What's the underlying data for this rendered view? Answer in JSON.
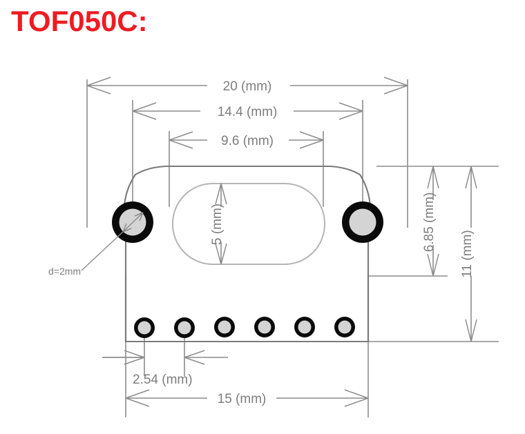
{
  "title": {
    "label": "TOF050C:",
    "color": "#ee1c23"
  },
  "drawing": {
    "kind": "mechanical-dimension-drawing",
    "subject": "TOF050C distance sensor module board outline",
    "units": "mm",
    "dimensions": {
      "overall_width": "20 (mm)",
      "hole_span": "14.4 (mm)",
      "window_width": "9.6 (mm)",
      "window_height": "5 (mm)",
      "hole_to_pin_row": "6.85 (mm)",
      "overall_height": "11 (mm)",
      "pin_pitch": "2.54 (mm)",
      "body_width": "15 (mm)",
      "hole_diameter": "d=2mm"
    },
    "colors": {
      "line": "#8c8c8c",
      "outline": "#7a7a7a",
      "window": "#b4b4b4",
      "hole_ring": "#0a0a0a",
      "hole_bore": "#d4d4d4",
      "text": "#7d7d7d"
    },
    "features": {
      "mounting_hole_count": 2,
      "pin_hole_count": 6
    }
  }
}
